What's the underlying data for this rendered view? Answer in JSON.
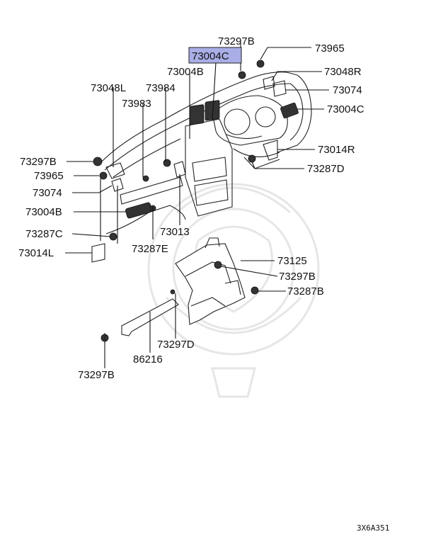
{
  "highlight_color": "#a9aee6",
  "labels": {
    "p73297B_top": "73297B",
    "p73004C_hl": "73004C",
    "p73965_right": "73965",
    "p73004B_top": "73004B",
    "p73048R": "73048R",
    "p73048L": "73048L",
    "p73984": "73984",
    "p73074_right": "73074",
    "p73983": "73983",
    "p73004C_right": "73004C",
    "p73014R": "73014R",
    "p73297B_left": "73297B",
    "p73287D": "73287D",
    "p73965_left": "73965",
    "p73074_left": "73074",
    "p73004B_left": "73004B",
    "p73013": "73013",
    "p73287C": "73287C",
    "p73287E": "73287E",
    "p73014L": "73014L",
    "p73125": "73125",
    "p73297B_mid": "73297B",
    "p73287B": "73287B",
    "p73297D": "73297D",
    "p86216": "86216",
    "p73297B_bottom": "73297B"
  },
  "diagram_code": "3X6A351"
}
